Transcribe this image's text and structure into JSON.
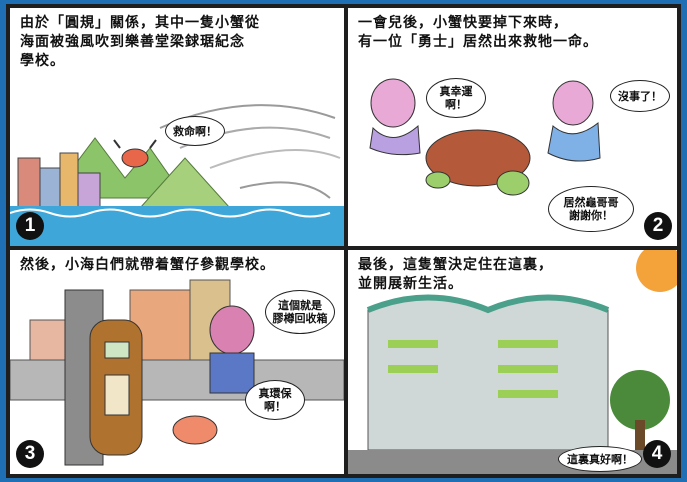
{
  "panels": [
    {
      "number": "1",
      "caption": "由於「圓規」關係，其中一隻小蟹從\n海面被強風吹到樂善堂梁銶琚紀念\n學校。",
      "bubbles": [
        "救命啊！"
      ]
    },
    {
      "number": "2",
      "caption": "一會兒後，小蟹快要掉下來時，\n有一位「勇士」居然出來救牠一命。",
      "bubbles": [
        "真幸運\n啊！",
        "沒事了！",
        "居然龜哥哥\n謝謝你！"
      ]
    },
    {
      "number": "3",
      "caption": "然後，小海白們就帶着蟹仔參觀學校。",
      "bubbles": [
        "這個就是\n膠樽回收箱",
        "真環保\n啊！"
      ]
    },
    {
      "number": "4",
      "caption": "最後，這隻蟹決定住在這裏，\n並開展新生活。",
      "bubbles": [
        "這裏真好啊！"
      ]
    }
  ]
}
